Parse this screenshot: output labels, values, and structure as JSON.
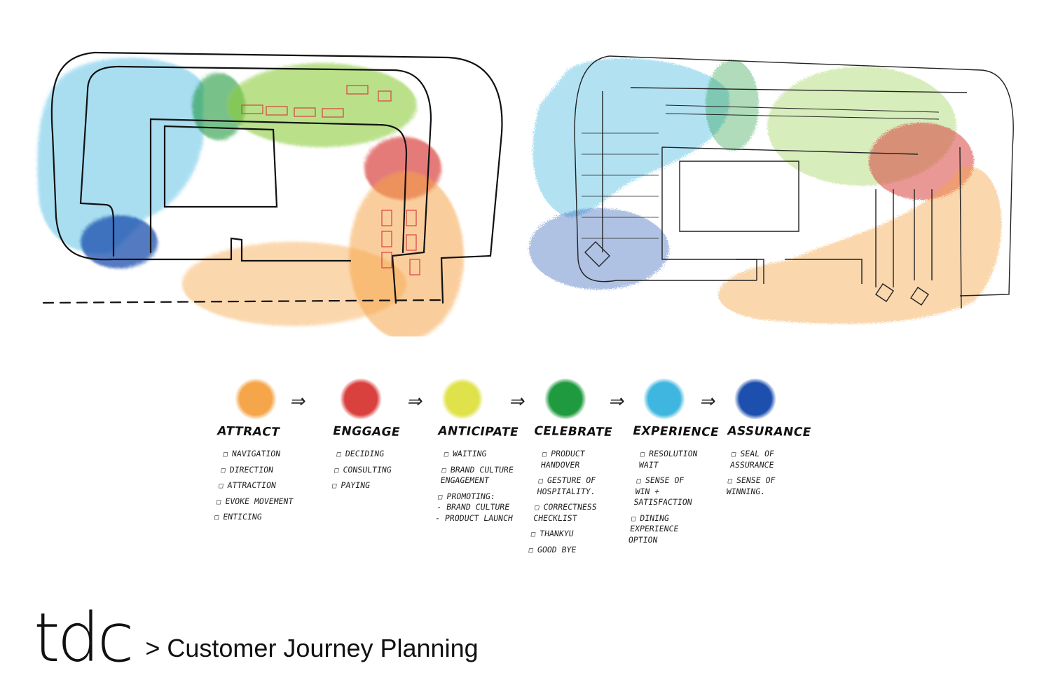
{
  "colors": {
    "attract": "#f6a64a",
    "engage": "#d9413f",
    "anticipate": "#dfe24a",
    "celebrate": "#1f9a3e",
    "experience": "#3fb6df",
    "assurance": "#1d4fae",
    "green_zone": "#8ccc3a",
    "ink": "#111111"
  },
  "stages": [
    {
      "key": "attract",
      "title": "ATTRACT",
      "items": [
        "NAVIGATION",
        "DIRECTION",
        "ATTRACTION",
        "EVOKE MOVEMENT",
        "ENTICING"
      ]
    },
    {
      "key": "engage",
      "title": "ENGGAGE",
      "items": [
        "DECIDING",
        "CONSULTING",
        "PAYING"
      ]
    },
    {
      "key": "anticipate",
      "title": "ANTICIPATE",
      "items": [
        "WAITING",
        "BRAND CULTURE\nENGAGEMENT",
        "PROMOTING:\n- BRAND CULTURE\n- PRODUCT LAUNCH"
      ]
    },
    {
      "key": "celebrate",
      "title": "CELEBRATE",
      "items": [
        "PRODUCT\nHANDOVER",
        "GESTURE OF\nHOSPITALITY.",
        "CORRECTNESS\nCHECKLIST",
        "THANKYU",
        "GOOD BYE"
      ]
    },
    {
      "key": "experience",
      "title": "EXPERIENCE",
      "items": [
        "RESOLUTION\nWAIT",
        "SENSE OF\nWIN +\nSATISFACTION",
        "DINING\nEXPERIENCE\nOPTION"
      ]
    },
    {
      "key": "assurance",
      "title": "ASSURANCE",
      "items": [
        "SEAL OF\nASSURANCE",
        "SENSE OF\nWINNING."
      ]
    }
  ],
  "footer": {
    "logo": "tdc",
    "subtitle": "> Customer Journey Planning"
  }
}
